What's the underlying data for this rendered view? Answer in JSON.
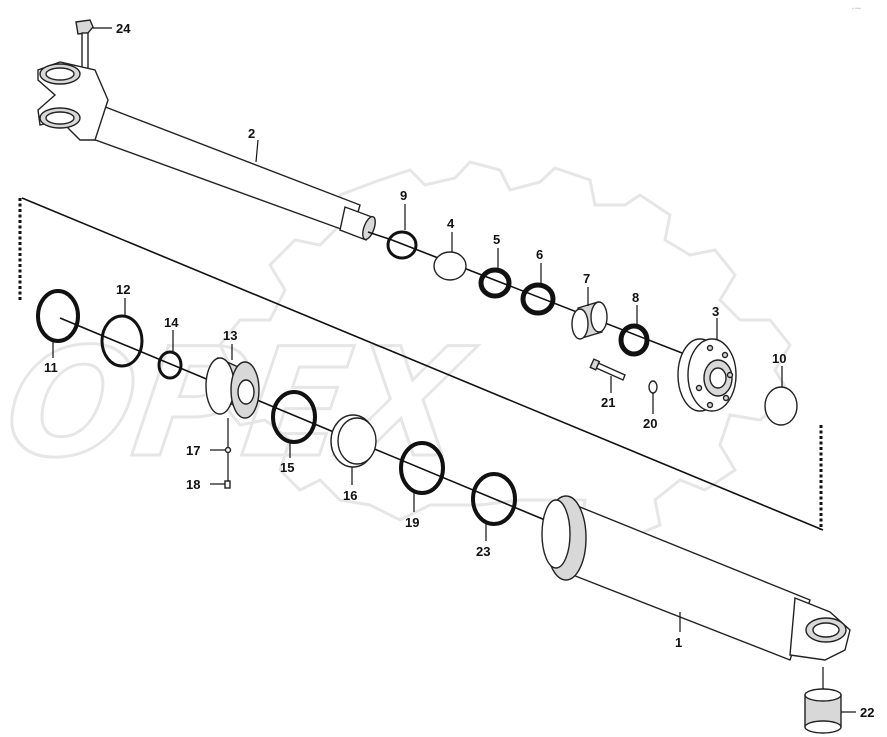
{
  "watermark": {
    "text": "OPEX"
  },
  "corner_mark": {
    "text": "◦ ▫▫▫"
  },
  "callouts": [
    {
      "id": "24",
      "label": "24"
    },
    {
      "id": "2",
      "label": "2"
    },
    {
      "id": "9",
      "label": "9"
    },
    {
      "id": "4",
      "label": "4"
    },
    {
      "id": "5",
      "label": "5"
    },
    {
      "id": "6",
      "label": "6"
    },
    {
      "id": "7",
      "label": "7"
    },
    {
      "id": "8",
      "label": "8"
    },
    {
      "id": "3",
      "label": "3"
    },
    {
      "id": "10",
      "label": "10"
    },
    {
      "id": "12",
      "label": "12"
    },
    {
      "id": "14",
      "label": "14"
    },
    {
      "id": "13",
      "label": "13"
    },
    {
      "id": "11",
      "label": "11"
    },
    {
      "id": "21",
      "label": "21"
    },
    {
      "id": "20",
      "label": "20"
    },
    {
      "id": "17",
      "label": "17"
    },
    {
      "id": "18",
      "label": "18"
    },
    {
      "id": "15",
      "label": "15"
    },
    {
      "id": "16",
      "label": "16"
    },
    {
      "id": "19",
      "label": "19"
    },
    {
      "id": "23",
      "label": "23"
    },
    {
      "id": "1",
      "label": "1"
    },
    {
      "id": "22",
      "label": "22"
    }
  ]
}
